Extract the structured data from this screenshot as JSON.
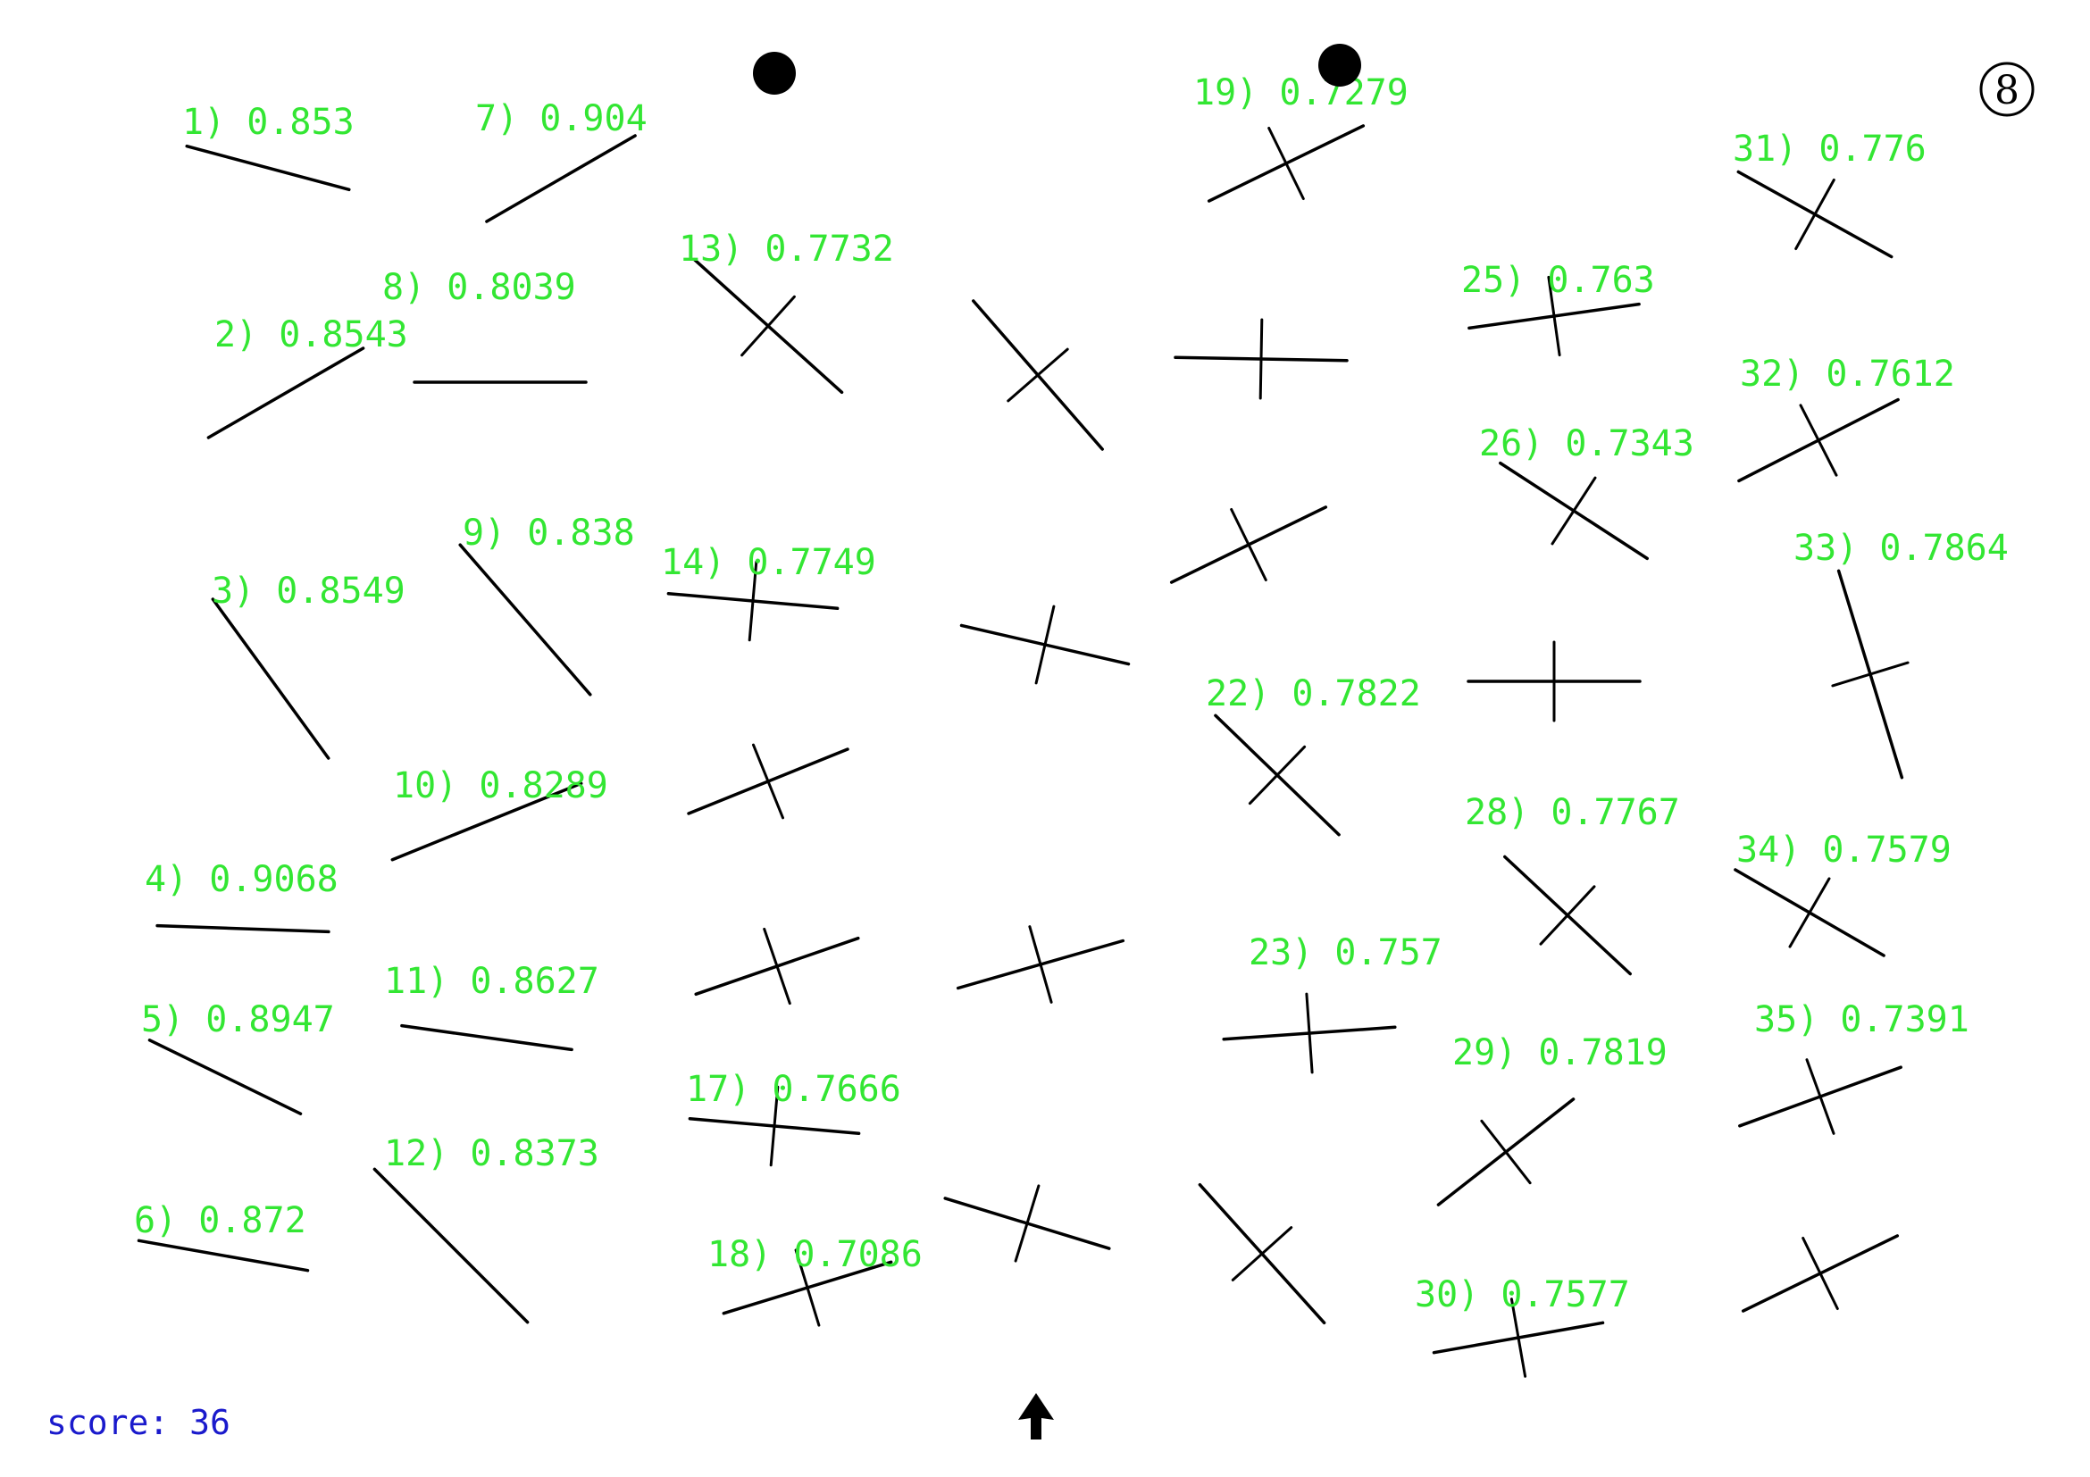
{
  "colors": {
    "label": "#33e633",
    "score": "#1a1acc",
    "ink": "#000000",
    "background": "#ffffff"
  },
  "corner_mark": "8",
  "score_text": "score: 36",
  "items": [
    {
      "label": "1) 0.853",
      "angle": 15,
      "cross": false
    },
    {
      "label": "2) 0.8543",
      "angle": -30,
      "cross": false
    },
    {
      "label": "3) 0.8549",
      "angle": 54,
      "cross": false
    },
    {
      "label": "4) 0.9068",
      "angle": 2,
      "cross": false
    },
    {
      "label": "5) 0.8947",
      "angle": 26,
      "cross": false
    },
    {
      "label": "6) 0.872",
      "angle": 10,
      "cross": false
    },
    {
      "label": "7) 0.904",
      "angle": -30,
      "cross": false
    },
    {
      "label": "8) 0.8039",
      "angle": 0,
      "cross": false
    },
    {
      "label": "9) 0.838",
      "angle": 49,
      "cross": false
    },
    {
      "label": "10) 0.8289",
      "angle": -22,
      "cross": false
    },
    {
      "label": "11) 0.8627",
      "angle": 8,
      "cross": false
    },
    {
      "label": "12) 0.8373",
      "angle": 45,
      "cross": false
    },
    {
      "label": "13) 0.7732",
      "angle": 42,
      "cross": true
    },
    {
      "label": "14) 0.7749",
      "angle": 5,
      "cross": true
    },
    {
      "label": "17) 0.7666",
      "angle": 5,
      "cross": true
    },
    {
      "label": "18) 0.7086",
      "angle": -17,
      "cross": true
    },
    {
      "label": "19) 0.7279",
      "angle": -26,
      "cross": true
    },
    {
      "label": "22) 0.7822",
      "angle": 44,
      "cross": true
    },
    {
      "label": "23) 0.757",
      "angle": -4,
      "cross": true
    },
    {
      "label": "25) 0.763",
      "angle": -8,
      "cross": true
    },
    {
      "label": "26) 0.7343",
      "angle": 33,
      "cross": true
    },
    {
      "label": "28) 0.7767",
      "angle": 43,
      "cross": true
    },
    {
      "label": "29) 0.7819",
      "angle": -38,
      "cross": true
    },
    {
      "label": "30) 0.7577",
      "angle": -10,
      "cross": true
    },
    {
      "label": "31) 0.776",
      "angle": 29,
      "cross": true
    },
    {
      "label": "32) 0.7612",
      "angle": -27,
      "cross": true
    },
    {
      "label": "33) 0.7864",
      "angle": 73,
      "cross": true
    },
    {
      "label": "34) 0.7579",
      "angle": 30,
      "cross": true
    },
    {
      "label": "35) 0.7391",
      "angle": -20,
      "cross": true
    }
  ],
  "unlabeled_marks": [
    {
      "angle": 49,
      "cross": true
    },
    {
      "angle": 1,
      "cross": true
    },
    {
      "angle": -26,
      "cross": true
    },
    {
      "angle": 13,
      "cross": true
    },
    {
      "angle": -22,
      "cross": true
    },
    {
      "angle": 0,
      "cross": true
    },
    {
      "angle": -19,
      "cross": true
    },
    {
      "angle": -16,
      "cross": true
    },
    {
      "angle": 17,
      "cross": true
    },
    {
      "angle": 48,
      "cross": true
    },
    {
      "angle": -26,
      "cross": true
    }
  ]
}
